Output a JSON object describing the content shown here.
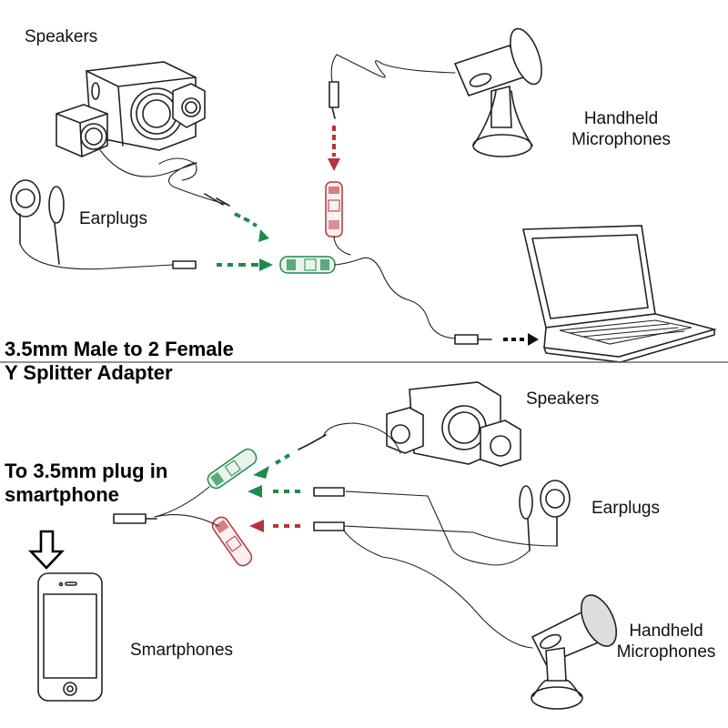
{
  "colors": {
    "green": "#1f8a4c",
    "red": "#b8323a",
    "ink": "#222222",
    "divider": "#555555"
  },
  "top_panel": {
    "labels": {
      "speakers": "Speakers",
      "earplugs": "Earplugs",
      "microphones_line1": "Handheld",
      "microphones_line2": "Microphones"
    },
    "title_line1": "3.5mm Male to 2 Female",
    "title_line2": "Y Splitter Adapter",
    "connections": [
      {
        "from": "speakers",
        "to": "splitter-green",
        "arrow_color": "green"
      },
      {
        "from": "earplugs",
        "to": "splitter-green",
        "arrow_color": "green"
      },
      {
        "from": "microphone",
        "to": "splitter-red",
        "arrow_color": "red"
      },
      {
        "from": "splitter",
        "to": "laptop",
        "arrow_color": "black"
      }
    ]
  },
  "bottom_panel": {
    "labels": {
      "speakers": "Speakers",
      "earplugs": "Earplugs",
      "smartphones": "Smartphones",
      "microphones_line1": "Handheld",
      "microphones_line2": "Microphones"
    },
    "instruction_line1": "To 3.5mm plug in",
    "instruction_line2": "smartphone",
    "connections": [
      {
        "from": "speakers",
        "to": "splitter-green",
        "arrow_color": "green"
      },
      {
        "from": "earplugs",
        "to": "splitter-green",
        "arrow_color": "green"
      },
      {
        "from": "microphone",
        "to": "splitter-red",
        "arrow_color": "red"
      },
      {
        "from": "splitter",
        "to": "smartphone",
        "arrow_color": "black"
      }
    ]
  }
}
